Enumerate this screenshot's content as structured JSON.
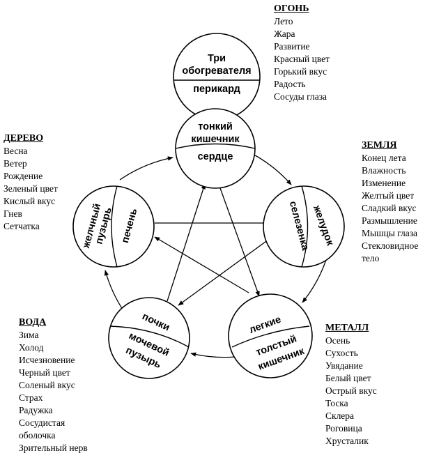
{
  "elements": {
    "fire": {
      "heading": "ОГОНЬ",
      "items": [
        "Лето",
        "Жара",
        "Развитие",
        "Красный цвет",
        "Горький вкус",
        "Радость",
        "Сосуды глаза"
      ]
    },
    "wood": {
      "heading": "ДЕРЕВО",
      "items": [
        "Весна",
        "Ветер",
        "Рождение",
        "Зеленый цвет",
        "Кислый вкус",
        "Гнев",
        "Сетчатка"
      ]
    },
    "earth": {
      "heading": "ЗЕМЛЯ",
      "items": [
        "Конец лета",
        "Влажность",
        "Изменение",
        "Желтый цвет",
        "Сладкий вкус",
        "Размышление",
        "Мышцы глаза",
        "Стекловидное",
        "тело"
      ]
    },
    "water": {
      "heading": "ВОДА",
      "items": [
        "Зима",
        "Холод",
        "Исчезновение",
        "Черный цвет",
        "Соленый вкус",
        "Страх",
        "Радужка",
        "Сосудистая",
        "оболочка",
        "Зрительный нерв"
      ]
    },
    "metal": {
      "heading": "МЕТАЛЛ",
      "items": [
        "Осень",
        "Сухость",
        "Увядание",
        "Белый цвет",
        "Острый вкус",
        "Тоска",
        "Склера",
        "Роговица",
        "Хрусталик"
      ]
    }
  },
  "organs": {
    "triple_warmer": {
      "upper_lines": [
        "Три",
        "обогревателя"
      ],
      "lower": "перикард"
    },
    "heart": {
      "upper_lines": [
        "тонкий",
        "кишечник"
      ],
      "lower": "сердце"
    },
    "earth": {
      "outer": "желудок",
      "inner": "селезенка"
    },
    "metal": {
      "upper": "легкие",
      "lower_lines": [
        "толстый",
        "кишечник"
      ]
    },
    "water": {
      "upper": "почки",
      "lower_lines": [
        "мочевой",
        "пузырь"
      ]
    },
    "wood": {
      "outer_lines": [
        "желчный",
        "пузырь"
      ],
      "inner": "печень"
    }
  }
}
